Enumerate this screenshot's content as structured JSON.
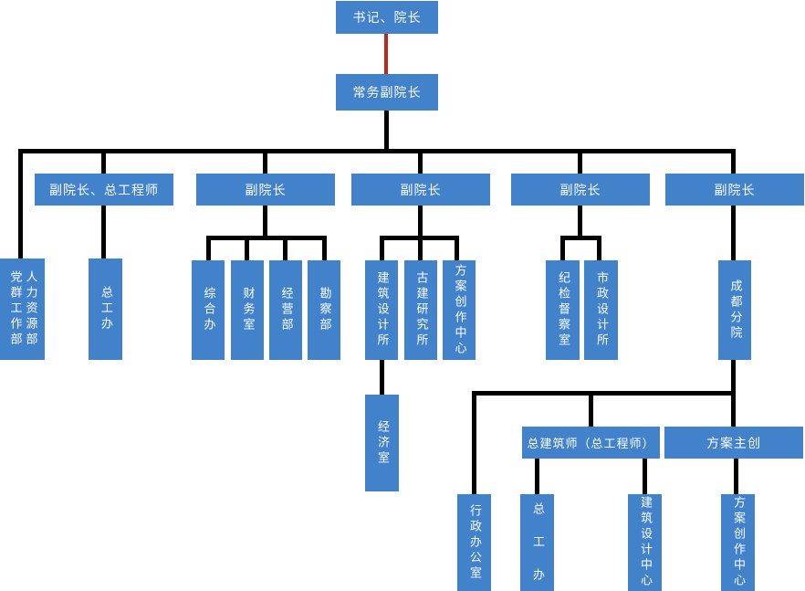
{
  "diagram": {
    "type": "organization-chart",
    "colors": {
      "node_fill": "#4182CA",
      "node_text": "#FFFFFF",
      "connector": "#000000",
      "root_connector": "#C0281E",
      "background": "#FFFFFF"
    },
    "nodes": {
      "secretary_dean": {
        "label": "书记、院长"
      },
      "exec_vice_dean": {
        "label": "常务副院长"
      },
      "party_mass_dept": {
        "label": "党群工作部"
      },
      "hr_dept": {
        "label": "人力资源部"
      },
      "vd_chief_engineer": {
        "label": "副院长、总工程师"
      },
      "chief_eng_office": {
        "label": "总工办"
      },
      "vd2": {
        "label": "副院长"
      },
      "general_office": {
        "label": "综合办"
      },
      "finance_office": {
        "label": "财务室"
      },
      "business_dept": {
        "label": "经营部"
      },
      "survey_dept": {
        "label": "勘察部"
      },
      "vd3": {
        "label": "副院长"
      },
      "arch_design_institute": {
        "label": "建筑设计所"
      },
      "ancient_arch_institute": {
        "label": "古建研究所"
      },
      "scheme_center": {
        "label": "方案创作中心"
      },
      "economy_office": {
        "label": "经济室"
      },
      "vd4": {
        "label": "副院长"
      },
      "discipline_office": {
        "label": "纪检督察室"
      },
      "municipal_institute": {
        "label": "市政设计所"
      },
      "vd5": {
        "label": "副院长"
      },
      "chengdu_branch": {
        "label": "成都分院"
      },
      "cd_admin_office": {
        "label": "行政办公室"
      },
      "cd_chief_architect": {
        "label": "总建筑师（总工程师）"
      },
      "cd_chief_eng_office": {
        "label": "总 工 办"
      },
      "cd_arch_design_center": {
        "label": "建筑设计中心"
      },
      "cd_scheme_center": {
        "label": "方案创作中心"
      }
    },
    "edges": [
      [
        "secretary_dean",
        "exec_vice_dean"
      ],
      [
        "exec_vice_dean",
        "party_mass_dept"
      ],
      [
        "exec_vice_dean",
        "hr_dept"
      ],
      [
        "exec_vice_dean",
        "vd_chief_engineer"
      ],
      [
        "exec_vice_dean",
        "vd2"
      ],
      [
        "exec_vice_dean",
        "vd3"
      ],
      [
        "exec_vice_dean",
        "vd4"
      ],
      [
        "exec_vice_dean",
        "vd5"
      ],
      [
        "vd_chief_engineer",
        "chief_eng_office"
      ],
      [
        "vd2",
        "general_office"
      ],
      [
        "vd2",
        "finance_office"
      ],
      [
        "vd2",
        "business_dept"
      ],
      [
        "vd2",
        "survey_dept"
      ],
      [
        "vd3",
        "arch_design_institute"
      ],
      [
        "vd3",
        "ancient_arch_institute"
      ],
      [
        "vd3",
        "scheme_center"
      ],
      [
        "arch_design_institute",
        "economy_office"
      ],
      [
        "vd4",
        "discipline_office"
      ],
      [
        "vd4",
        "municipal_institute"
      ],
      [
        "vd5",
        "chengdu_branch"
      ],
      [
        "chengdu_branch",
        "cd_admin_office"
      ],
      [
        "chengdu_branch",
        "cd_chief_architect"
      ],
      [
        "chengdu_branch",
        "cd_scheme_center_parent"
      ],
      [
        "cd_chief_architect",
        "cd_chief_eng_office"
      ],
      [
        "cd_chief_architect",
        "cd_arch_design_center"
      ],
      [
        "chengdu_branch_scheme_lead",
        "cd_scheme_center"
      ]
    ],
    "extra_nodes": {
      "chengdu_branch_scheme_lead": {
        "label": "方案主创"
      }
    }
  }
}
